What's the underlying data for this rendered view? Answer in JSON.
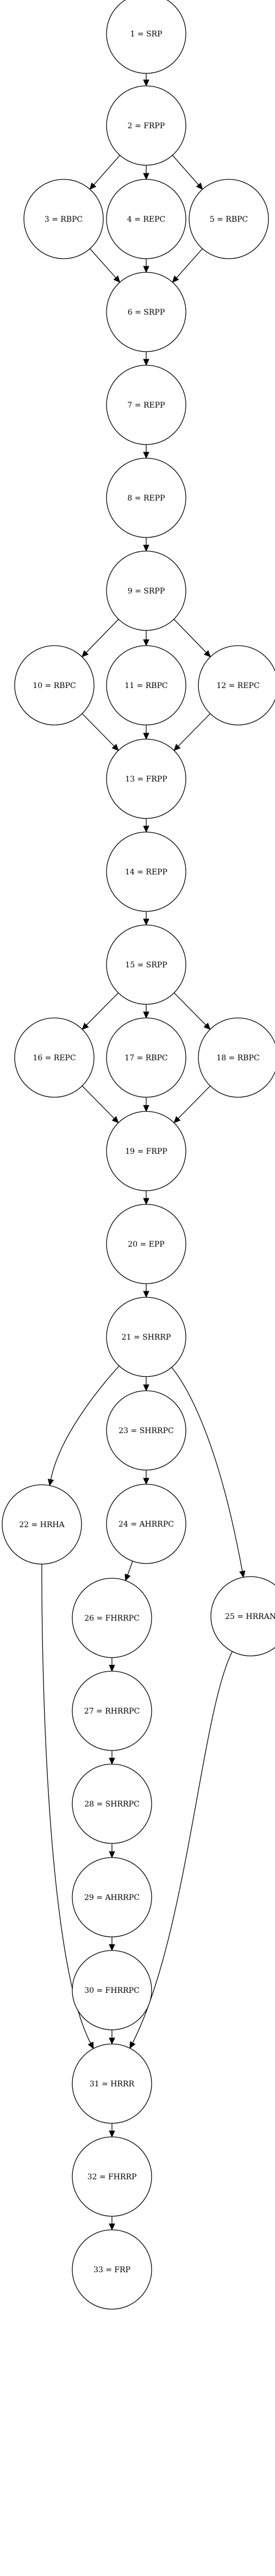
{
  "nodes": [
    {
      "id": 1,
      "label": "1 = SRP"
    },
    {
      "id": 2,
      "label": "2 = FRPP"
    },
    {
      "id": 3,
      "label": "3 = RBPC"
    },
    {
      "id": 4,
      "label": "4 = REPC"
    },
    {
      "id": 5,
      "label": "5 = RBPC"
    },
    {
      "id": 6,
      "label": "6 = SRPP"
    },
    {
      "id": 7,
      "label": "7 = REPP"
    },
    {
      "id": 8,
      "label": "8 = REPP"
    },
    {
      "id": 9,
      "label": "9 = SRPP"
    },
    {
      "id": 10,
      "label": "10 = RBPC"
    },
    {
      "id": 11,
      "label": "11 = RBPC"
    },
    {
      "id": 12,
      "label": "12 = REPC"
    },
    {
      "id": 13,
      "label": "13 = FRPP"
    },
    {
      "id": 14,
      "label": "14 = REPP"
    },
    {
      "id": 15,
      "label": "15 = SRPP"
    },
    {
      "id": 16,
      "label": "16 = REPC"
    },
    {
      "id": 17,
      "label": "17 = RBPC"
    },
    {
      "id": 18,
      "label": "18 = RBPC"
    },
    {
      "id": 19,
      "label": "19 = FRPP"
    },
    {
      "id": 20,
      "label": "20 = EPP"
    },
    {
      "id": 21,
      "label": "21 = SHRRP"
    },
    {
      "id": 22,
      "label": "22 = HRHA"
    },
    {
      "id": 23,
      "label": "23 = SHRRPC"
    },
    {
      "id": 24,
      "label": "24 = AHRRPC"
    },
    {
      "id": 25,
      "label": "25 = HRRAN"
    },
    {
      "id": 26,
      "label": "26 = FHRRPC"
    },
    {
      "id": 27,
      "label": "27 = RHRRPC"
    },
    {
      "id": 28,
      "label": "28 = SHRRPC"
    },
    {
      "id": 29,
      "label": "29 = AHRRPC"
    },
    {
      "id": 30,
      "label": "30 = FHRRPC"
    },
    {
      "id": 31,
      "label": "31 = HRRR"
    },
    {
      "id": 32,
      "label": "32 = FHRRP"
    },
    {
      "id": 33,
      "label": "33 = FRP"
    }
  ],
  "edges": [
    [
      1,
      2
    ],
    [
      2,
      3
    ],
    [
      2,
      4
    ],
    [
      2,
      5
    ],
    [
      3,
      6
    ],
    [
      4,
      6
    ],
    [
      5,
      6
    ],
    [
      6,
      7
    ],
    [
      7,
      8
    ],
    [
      8,
      9
    ],
    [
      9,
      10
    ],
    [
      9,
      11
    ],
    [
      9,
      12
    ],
    [
      10,
      13
    ],
    [
      11,
      13
    ],
    [
      12,
      13
    ],
    [
      13,
      14
    ],
    [
      14,
      15
    ],
    [
      15,
      16
    ],
    [
      15,
      17
    ],
    [
      15,
      18
    ],
    [
      16,
      19
    ],
    [
      17,
      19
    ],
    [
      18,
      19
    ],
    [
      19,
      20
    ],
    [
      20,
      21
    ],
    [
      21,
      22
    ],
    [
      21,
      23
    ],
    [
      21,
      25
    ],
    [
      23,
      24
    ],
    [
      24,
      26
    ],
    [
      26,
      27
    ],
    [
      27,
      28
    ],
    [
      28,
      29
    ],
    [
      29,
      30
    ],
    [
      22,
      31
    ],
    [
      30,
      31
    ],
    [
      25,
      31
    ],
    [
      31,
      32
    ],
    [
      32,
      33
    ]
  ]
}
